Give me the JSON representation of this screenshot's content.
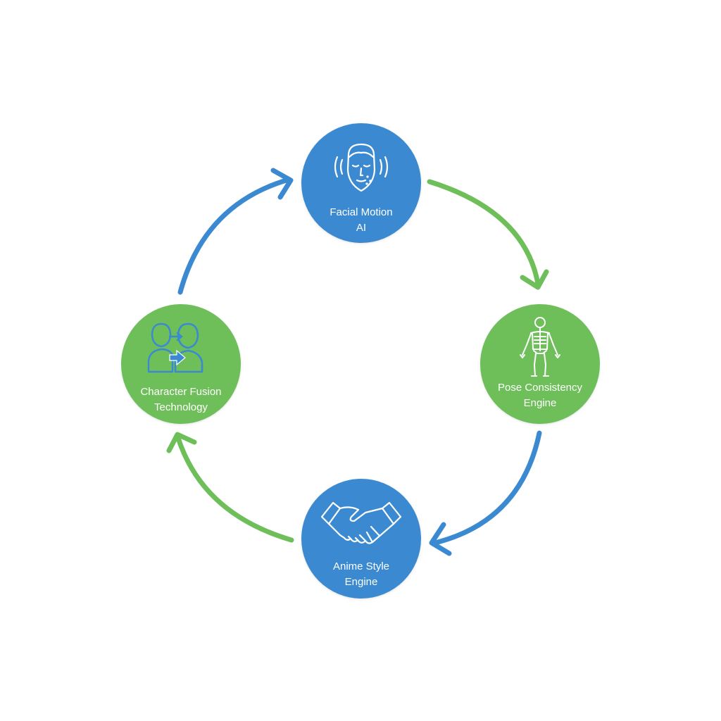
{
  "colors": {
    "blue": "#3b8ad1",
    "green": "#6ebf5a",
    "icon_light": "#ffffff",
    "icon_blue": "#3b8ad1"
  },
  "nodes": {
    "facial": {
      "line1": "Facial Motion",
      "line2": "AI",
      "color": "#3b8ad1",
      "icon": "face-icon"
    },
    "pose": {
      "line1": "Pose Consistency",
      "line2": "Engine",
      "color": "#6ebf5a",
      "icon": "skeleton-icon"
    },
    "anime": {
      "line1": "Anime Style",
      "line2": "Engine",
      "color": "#3b8ad1",
      "icon": "handshake-icon"
    },
    "fusion": {
      "line1": "Character Fusion",
      "line2": "Technology",
      "color": "#6ebf5a",
      "icon": "character-swap-icon"
    }
  }
}
